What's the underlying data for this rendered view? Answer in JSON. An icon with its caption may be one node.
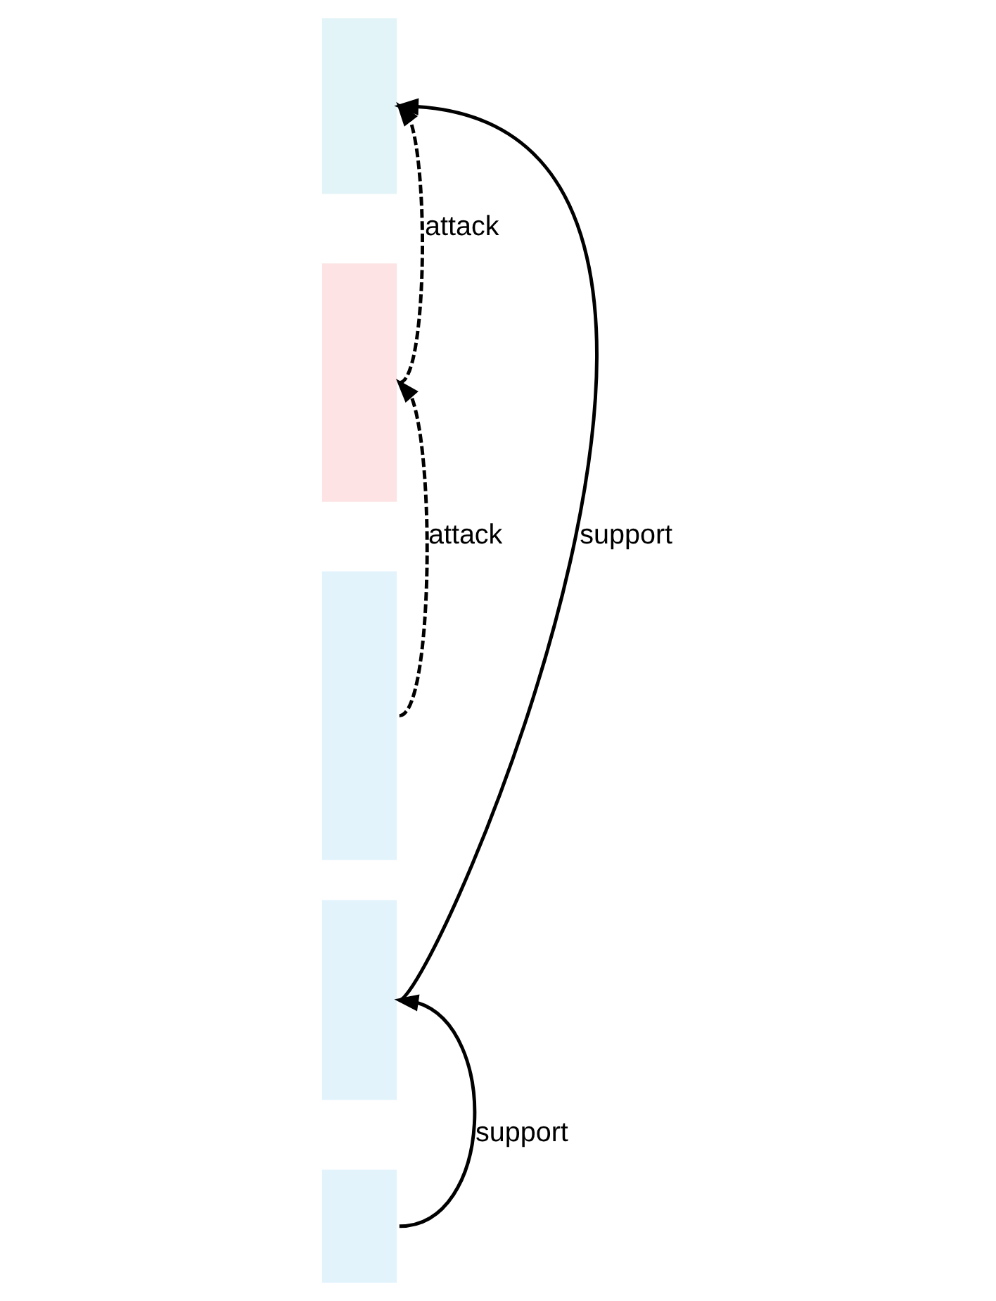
{
  "diagram": {
    "nodes": [
      {
        "text": [],
        "shape": "box"
      },
      {
        "text": [],
        "shape": "box"
      },
      {
        "text": [],
        "shape": "box"
      },
      {
        "text": [],
        "shape": "box"
      },
      {
        "text": [],
        "shape": "box"
      }
    ],
    "edges": [
      {
        "from": 3,
        "to": 0,
        "arrow": "to",
        "label": "support"
      },
      {
        "from": 1,
        "to": 0,
        "arrow": "to",
        "label": "attack",
        "style": "dashed"
      },
      {
        "from": 2,
        "to": 1,
        "arrow": "to",
        "label": "attack",
        "style": "dashed"
      },
      {
        "from": 4,
        "to": 3,
        "arrow": "to",
        "label": "support"
      }
    ]
  }
}
